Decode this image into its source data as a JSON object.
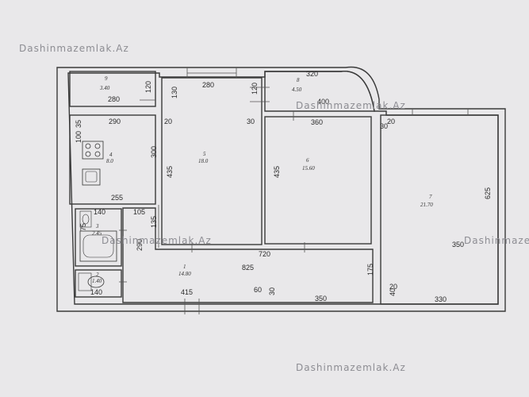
{
  "watermark": "Dashinmazemlak.Az",
  "rooms": [
    {
      "num": "9",
      "area": "3.40"
    },
    {
      "num": "8",
      "area": "4.50"
    },
    {
      "num": "4",
      "area": "8.0"
    },
    {
      "num": "5",
      "area": "18.0"
    },
    {
      "num": "6",
      "area": "15.60"
    },
    {
      "num": "7",
      "area": "21.70"
    },
    {
      "num": "3",
      "area": "2.45"
    },
    {
      "num": "2",
      "area": "1.40"
    },
    {
      "num": "1",
      "area": "14.80"
    }
  ],
  "dims": {
    "d280a": "280",
    "d120a": "120",
    "d280b": "280",
    "d130": "130",
    "d120b": "120",
    "d320": "320",
    "d400": "400",
    "d290a": "290",
    "d35": "35",
    "d100": "100",
    "d300": "300",
    "d20a": "20",
    "d30a": "30",
    "d360": "360",
    "d30b": "30",
    "d20b": "20",
    "d435a": "435",
    "d435b": "435",
    "d625": "625",
    "d255": "255",
    "d140a": "140",
    "d105": "105",
    "d75": "75",
    "d135": "135",
    "d290b": "290",
    "d720": "720",
    "d350a": "350",
    "d825": "825",
    "d175": "175",
    "d140b": "140",
    "d60": "60",
    "d20c": "20",
    "d415": "415",
    "d30c": "30",
    "d350b": "350",
    "d40": "40",
    "d330": "330"
  }
}
